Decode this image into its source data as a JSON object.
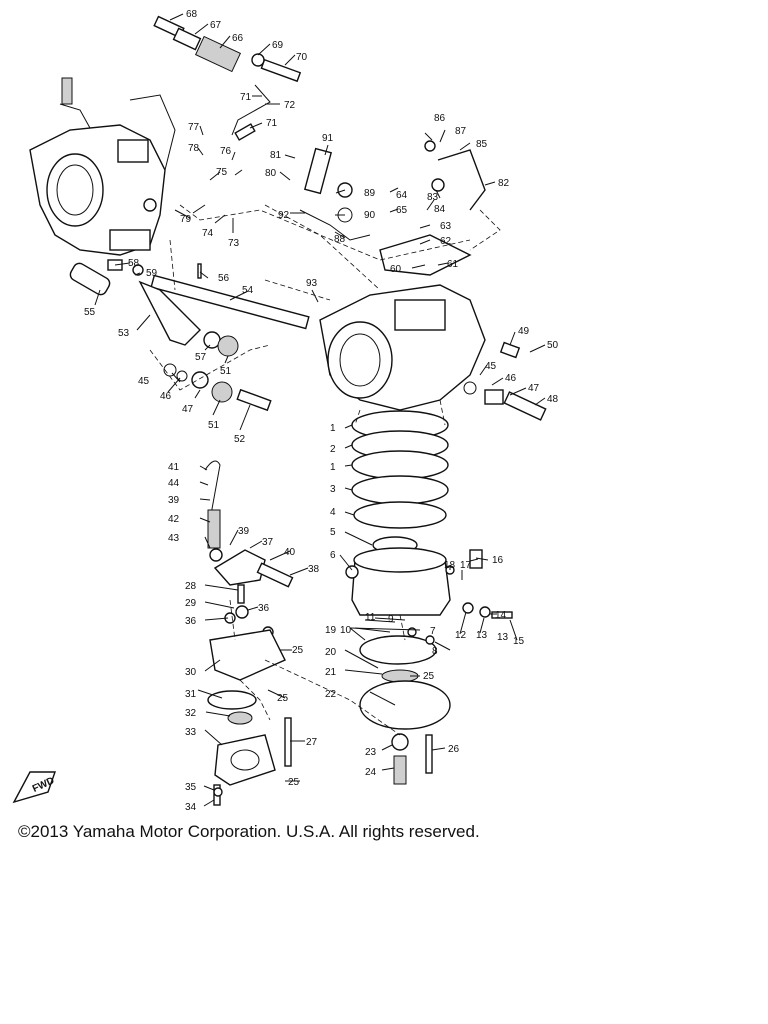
{
  "copyright": "©2013 Yamaha Motor Corporation. U.S.A. All rights reserved.",
  "fwd_label": "FWD",
  "parts": [
    "1",
    "2",
    "1",
    "3",
    "4",
    "5",
    "6",
    "7",
    "8",
    "9",
    "10",
    "11",
    "12",
    "13",
    "14",
    "13",
    "15",
    "16",
    "17",
    "18",
    "19",
    "20",
    "21",
    "22",
    "23",
    "24",
    "25",
    "25",
    "25",
    "25",
    "26",
    "27",
    "28",
    "29",
    "30",
    "31",
    "32",
    "33",
    "34",
    "35",
    "36",
    "36",
    "37",
    "38",
    "39",
    "39",
    "40",
    "41",
    "42",
    "43",
    "44",
    "45",
    "45",
    "46",
    "46",
    "47",
    "47",
    "48",
    "49",
    "50",
    "51",
    "51",
    "52",
    "53",
    "54",
    "55",
    "56",
    "57",
    "58",
    "59",
    "60",
    "61",
    "62",
    "63",
    "64",
    "65",
    "66",
    "67",
    "68",
    "69",
    "70",
    "71",
    "71",
    "72",
    "73",
    "74",
    "75",
    "76",
    "77",
    "78",
    "79",
    "80",
    "81",
    "82",
    "83",
    "84",
    "85",
    "86",
    "87",
    "88",
    "89",
    "90",
    "91",
    "92",
    "93"
  ]
}
